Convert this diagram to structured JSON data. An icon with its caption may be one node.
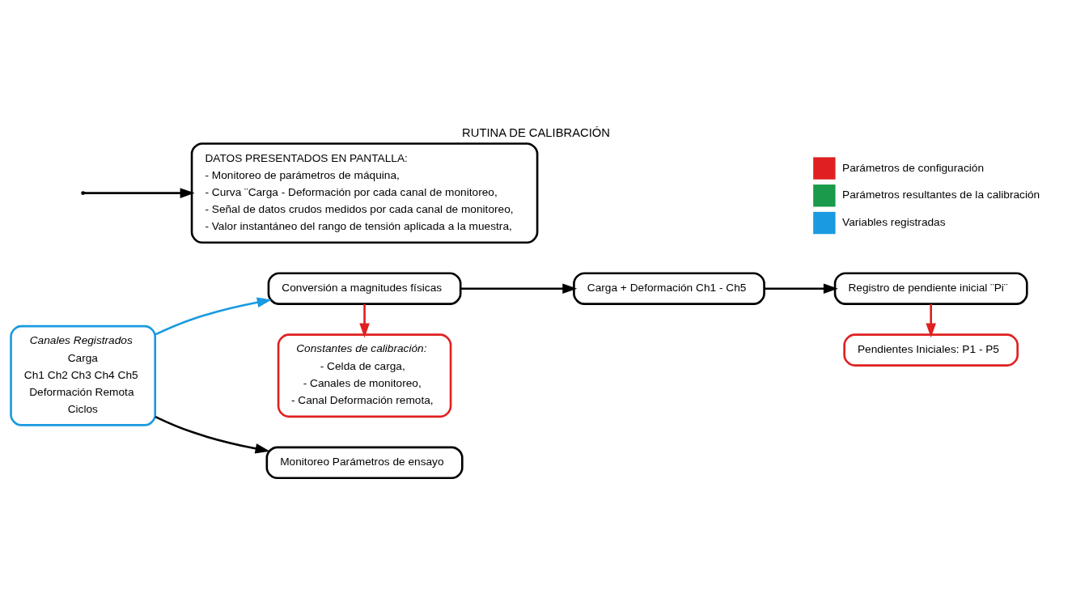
{
  "diagram": {
    "title": "RUTINA DE CALIBRACIÓN",
    "nodes": [
      {
        "text": [
          "Canales Registrados",
          "Carga",
          "Ch1 Ch2 Ch3 Ch4 Ch5",
          "Deformación Remota",
          "Ciclos"
        ]
      },
      {
        "text": [
          "Constantes de calibración:",
          "- Celda de carga,",
          "- Canales de monitoreo,",
          "- Canal Deformación remota,"
        ]
      },
      {
        "text": [
          "Conversión a magnitudes físicas"
        ]
      },
      {
        "text": [
          "Carga + Deformación Ch1 - Ch5"
        ]
      },
      {
        "text": [
          "Registro de pendiente inicial ¨Pi¨"
        ]
      },
      {
        "text": [
          "Pendientes Iniciales: P1 - P5"
        ]
      },
      {
        "text": [
          "Monitoreo Parámetros de ensayo"
        ]
      },
      {
        "text": [
          "DATOS PRESENTADOS EN PANTALLA:",
          "- Monitoreo de parámetros de máquina,",
          "- Curva ¨Carga - Deformación por cada canal de monitoreo,",
          "- Señal de datos crudos medidos por cada canal de monitoreo,",
          "- Valor instantáneo del rango de tensión aplicada a la muestra,"
        ]
      }
    ],
    "edges": [
      {
        "from": 0,
        "to": 2,
        "arrow": "to",
        "color": "#1a9ae0"
      },
      {
        "from": 0,
        "to": 6,
        "arrow": "to"
      },
      {
        "from": 2,
        "to": 1,
        "arrow": "to",
        "color": "#e02020"
      },
      {
        "from": 2,
        "to": 3,
        "arrow": "to"
      },
      {
        "from": 3,
        "to": 4,
        "arrow": "to"
      },
      {
        "from": 4,
        "to": 5,
        "arrow": "to",
        "color": "#e02020"
      },
      {
        "from": null,
        "to": 7,
        "arrow": "to"
      }
    ],
    "legend": [
      {
        "text": "Parámetros de configuración",
        "color": "#e02020"
      },
      {
        "text": "Parámetros resultantes de la calibración",
        "color": "#1a9a4a"
      },
      {
        "text": "Variables registradas",
        "color": "#1a9ae0"
      }
    ]
  }
}
